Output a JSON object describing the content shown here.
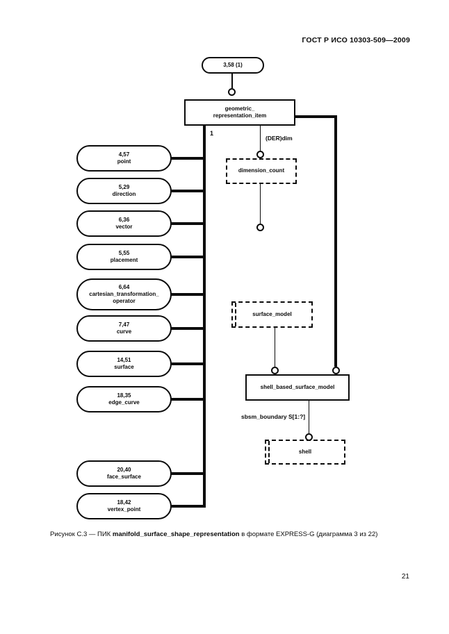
{
  "page": {
    "header": "ГОСТ Р ИСО 10303-509—2009",
    "page_number": "21",
    "caption_prefix": "Рисунок С.3 — ПИК ",
    "caption_bold": "manifold_surface_shape_representation",
    "caption_suffix": " в формате EXPRESS-G (диаграмма 3 из 22)"
  },
  "diagram": {
    "page_ref": "3,58 (1)",
    "root_box_line1": "geometric_",
    "root_box_line2": "representation_item",
    "subtype_count_label": "1",
    "der_attr_label": "(DER)dim",
    "dimension_count_label": "dimension_count",
    "surface_model_label": "surface_model",
    "shell_based_surface_model_label": "shell_based_surface_model",
    "sbsm_boundary_label": "sbsm_boundary S[1:?]",
    "shell_label": "shell",
    "ovals": [
      {
        "ref": "4,57",
        "name": "point"
      },
      {
        "ref": "5,29",
        "name": "direction"
      },
      {
        "ref": "6,36",
        "name": "vector"
      },
      {
        "ref": "5,55",
        "name": "placement"
      },
      {
        "ref": "6,64",
        "name": "cartesian_transformation_\noperator"
      },
      {
        "ref": "7,47",
        "name": "curve"
      },
      {
        "ref": "14,51",
        "name": "surface"
      },
      {
        "ref": "18,35",
        "name": "edge_curve"
      },
      {
        "ref": "20,40",
        "name": "face_surface"
      },
      {
        "ref": "18,42",
        "name": "vertex_point"
      }
    ]
  }
}
